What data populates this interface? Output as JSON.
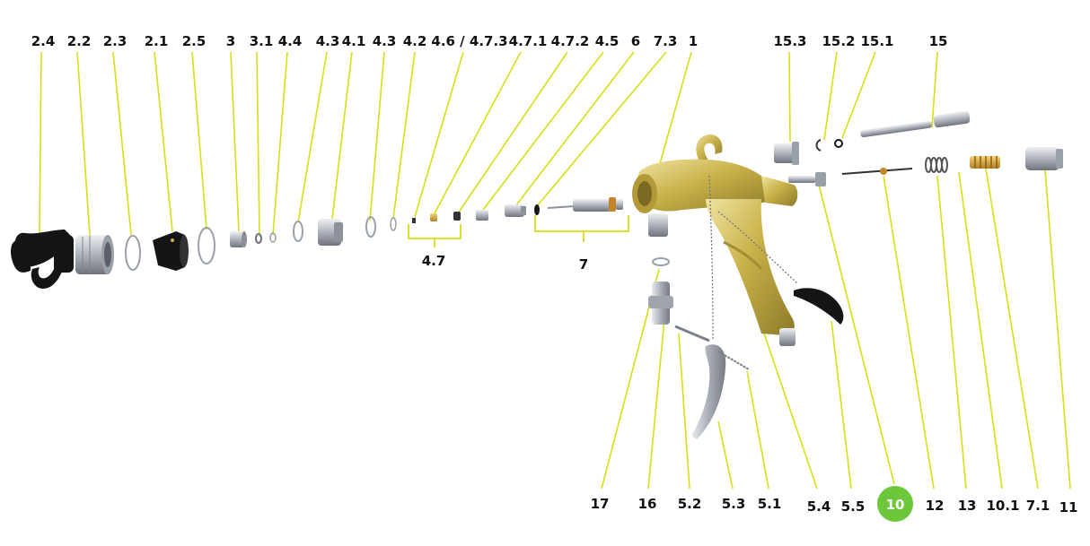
{
  "colors": {
    "leader": "#d6e014",
    "highlight": "#6cc83a",
    "gold": "#c9b24a",
    "metal": "#b8bcc4",
    "black": "#151515",
    "text": "#111111"
  },
  "labels": {
    "l_2_4": "2.4",
    "l_2_2": "2.2",
    "l_2_3": "2.3",
    "l_2_1": "2.1",
    "l_2_5": "2.5",
    "l_3": "3",
    "l_3_1": "3.1",
    "l_4_4": "4.4",
    "l_4_3a": "4.3",
    "l_4_1": "4.1",
    "l_4_3b": "4.3",
    "l_4_2": "4.2",
    "l_4_6": "4.6 / 4.7.3",
    "l_4_7_1": "4.7.1",
    "l_4_7_2": "4.7.2",
    "l_4_5": "4.5",
    "l_6": "6",
    "l_7_3": "7.3",
    "l_1": "1",
    "l_15_3": "15.3",
    "l_15_2": "15.2",
    "l_15_1": "15.1",
    "l_15": "15",
    "l_4_7": "4.7",
    "l_7": "7",
    "l_17": "17",
    "l_16": "16",
    "l_5_2": "5.2",
    "l_5_3": "5.3",
    "l_5_1": "5.1",
    "l_5_4": "5.4",
    "l_5_5": "5.5",
    "l_10": "10",
    "l_12": "12",
    "l_13": "13",
    "l_10_1": "10.1",
    "l_7_1": "7.1",
    "l_11": "11"
  },
  "highlighted_part": "10",
  "icons": {
    "gun_body": "spray-gun-body-icon",
    "nozzle_guard": "nozzle-guard-icon",
    "trigger": "trigger-icon"
  }
}
